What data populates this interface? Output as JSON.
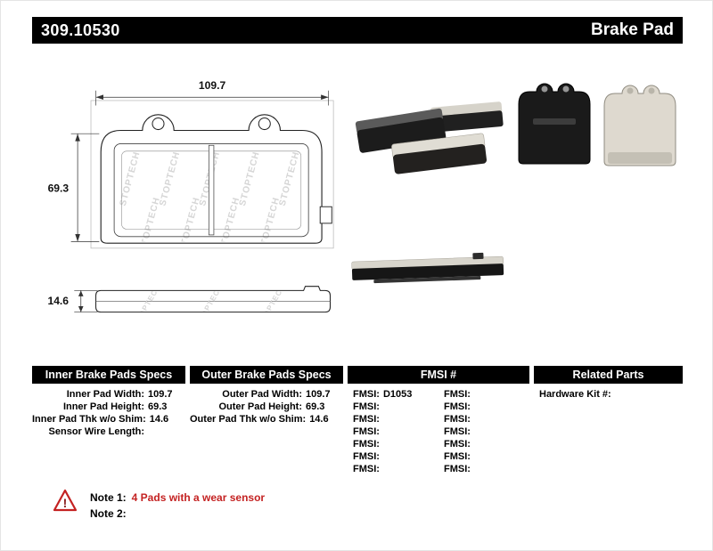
{
  "header": {
    "part_number": "309.10530",
    "product_title": "Brake Pad"
  },
  "drawing": {
    "width_dim": "109.7",
    "height_dim": "69.3",
    "thickness_dim": "14.6",
    "watermark": "STOPTECH"
  },
  "table": {
    "inner": {
      "header": "Inner Brake Pads Specs",
      "rows": [
        {
          "label": "Inner Pad Width:",
          "value": "109.7"
        },
        {
          "label": "Inner Pad Height:",
          "value": "69.3"
        },
        {
          "label": "Inner Pad Thk w/o Shim:",
          "value": "14.6"
        },
        {
          "label": "Sensor Wire Length:",
          "value": ""
        }
      ]
    },
    "outer": {
      "header": "Outer Brake Pads Specs",
      "rows": [
        {
          "label": "Outer Pad Width:",
          "value": "109.7"
        },
        {
          "label": "Outer Pad Height:",
          "value": "69.3"
        },
        {
          "label": "Outer Pad Thk w/o Shim:",
          "value": "14.6"
        }
      ]
    },
    "fmsi": {
      "header": "FMSI #",
      "rows": [
        {
          "l_label": "FMSI:",
          "l_value": "D1053",
          "r_label": "FMSI:",
          "r_value": ""
        },
        {
          "l_label": "FMSI:",
          "l_value": "",
          "r_label": "FMSI:",
          "r_value": ""
        },
        {
          "l_label": "FMSI:",
          "l_value": "",
          "r_label": "FMSI:",
          "r_value": ""
        },
        {
          "l_label": "FMSI:",
          "l_value": "",
          "r_label": "FMSI:",
          "r_value": ""
        },
        {
          "l_label": "FMSI:",
          "l_value": "",
          "r_label": "FMSI:",
          "r_value": ""
        },
        {
          "l_label": "FMSI:",
          "l_value": "",
          "r_label": "FMSI:",
          "r_value": ""
        },
        {
          "l_label": "FMSI:",
          "l_value": "",
          "r_label": "FMSI:",
          "r_value": ""
        }
      ]
    },
    "related": {
      "header": "Related Parts",
      "rows": [
        {
          "label": "Hardware Kit #:",
          "value": ""
        }
      ]
    }
  },
  "notes": {
    "warning_glyph": "!",
    "note1_label": "Note 1:",
    "note1_text": "4 Pads with a wear sensor",
    "note2_label": "Note 2:",
    "note2_text": ""
  },
  "colors": {
    "header_bg": "#000000",
    "note_red": "#c42222"
  }
}
